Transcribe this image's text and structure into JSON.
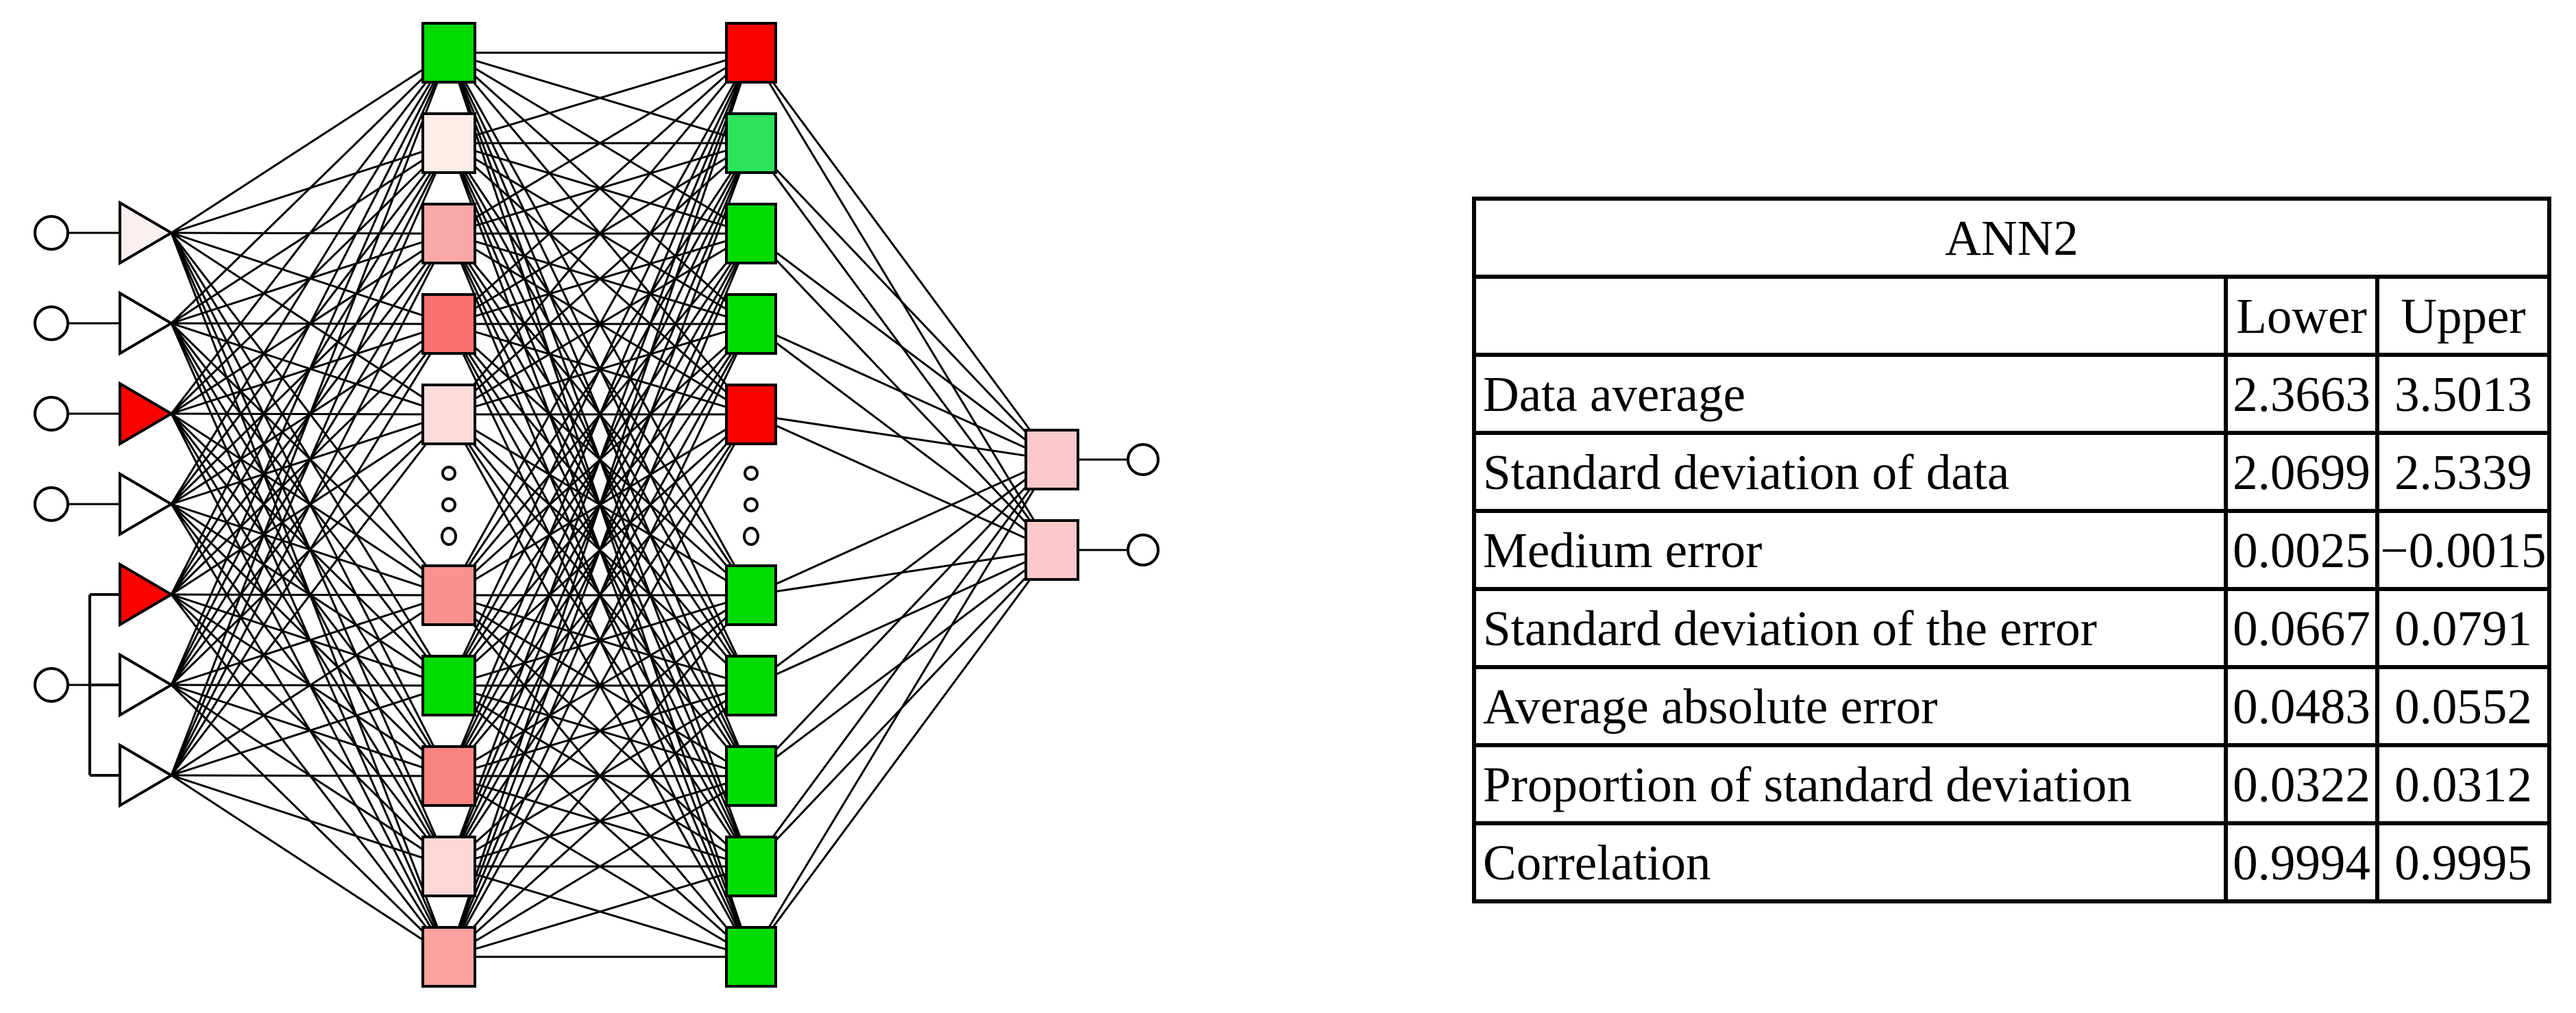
{
  "network": {
    "description": "Artificial neural network architecture diagram",
    "line_color": "#000000",
    "node_stroke": "#000000",
    "input_circles_count": 5,
    "input_triangle_colors": [
      "#faf0ee",
      "#ffffff",
      "#f90400",
      "#ffffff",
      "#f90400",
      "#ffffff",
      "#ffffff"
    ],
    "bracket_shared_inputs": "one input circle feeds the last three triangles",
    "hidden1_colors": [
      "#00db00",
      "#fcebe9",
      "#f9a8a8",
      "#f87070",
      "#fcdcda",
      "#f99190",
      "#00db00",
      "#f98381",
      "#fbd8d6",
      "#f9a2a0"
    ],
    "hidden2_colors": [
      "#f90400",
      "#2ee25a",
      "#00db00",
      "#00db00",
      "#f90400",
      "#00db00",
      "#00db00",
      "#00db00",
      "#00db00",
      "#00db00"
    ],
    "ellipsis_dots_per_hidden_layer": 3,
    "output_square_colors": [
      "#fbc9c9",
      "#fbc9c9"
    ],
    "output_circles_count": 2
  },
  "table": {
    "title": "ANN2",
    "columns": [
      "",
      "Lower",
      "Upper"
    ],
    "rows": [
      {
        "label": "Data average",
        "lower": "2.3663",
        "upper": "3.5013"
      },
      {
        "label": "Standard deviation of data",
        "lower": "2.0699",
        "upper": "2.5339"
      },
      {
        "label": "Medium error",
        "lower": "0.0025",
        "upper": "−0.0015"
      },
      {
        "label": "Standard deviation of the error",
        "lower": "0.0667",
        "upper": "0.0791"
      },
      {
        "label": "Average absolute error",
        "lower": "0.0483",
        "upper": "0.0552"
      },
      {
        "label": "Proportion of standard deviation",
        "lower": "0.0322",
        "upper": "0.0312"
      },
      {
        "label": "Correlation",
        "lower": "0.9994",
        "upper": "0.9995"
      }
    ]
  }
}
